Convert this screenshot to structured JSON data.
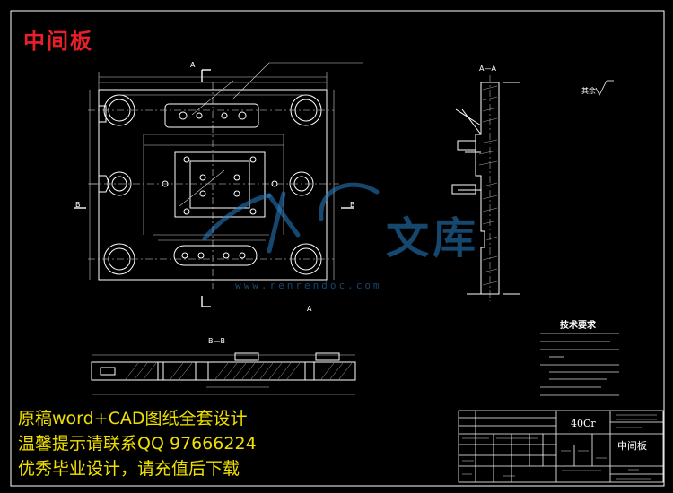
{
  "drawing": {
    "title": "中间板",
    "section_aa": "A—A",
    "section_bb": "B—B",
    "label_a": "A",
    "label_b": "B",
    "roughness": "其余",
    "material": "40Cr",
    "part_name": "中间板",
    "tech_heading": "技术要求"
  },
  "promo": {
    "line1": "原稿word+CAD图纸全套设计",
    "line2": "温馨提示请联系QQ 97666224",
    "line3": "优秀毕业设计，请充值后下载"
  },
  "watermark": {
    "text": "文库",
    "url": "www.renrendoc.com"
  },
  "colors": {
    "lines": "#ffffff",
    "dim": "#d8d8d8",
    "title": "#e8202a",
    "promo": "#f0e000",
    "watermark": "#2882c8"
  }
}
